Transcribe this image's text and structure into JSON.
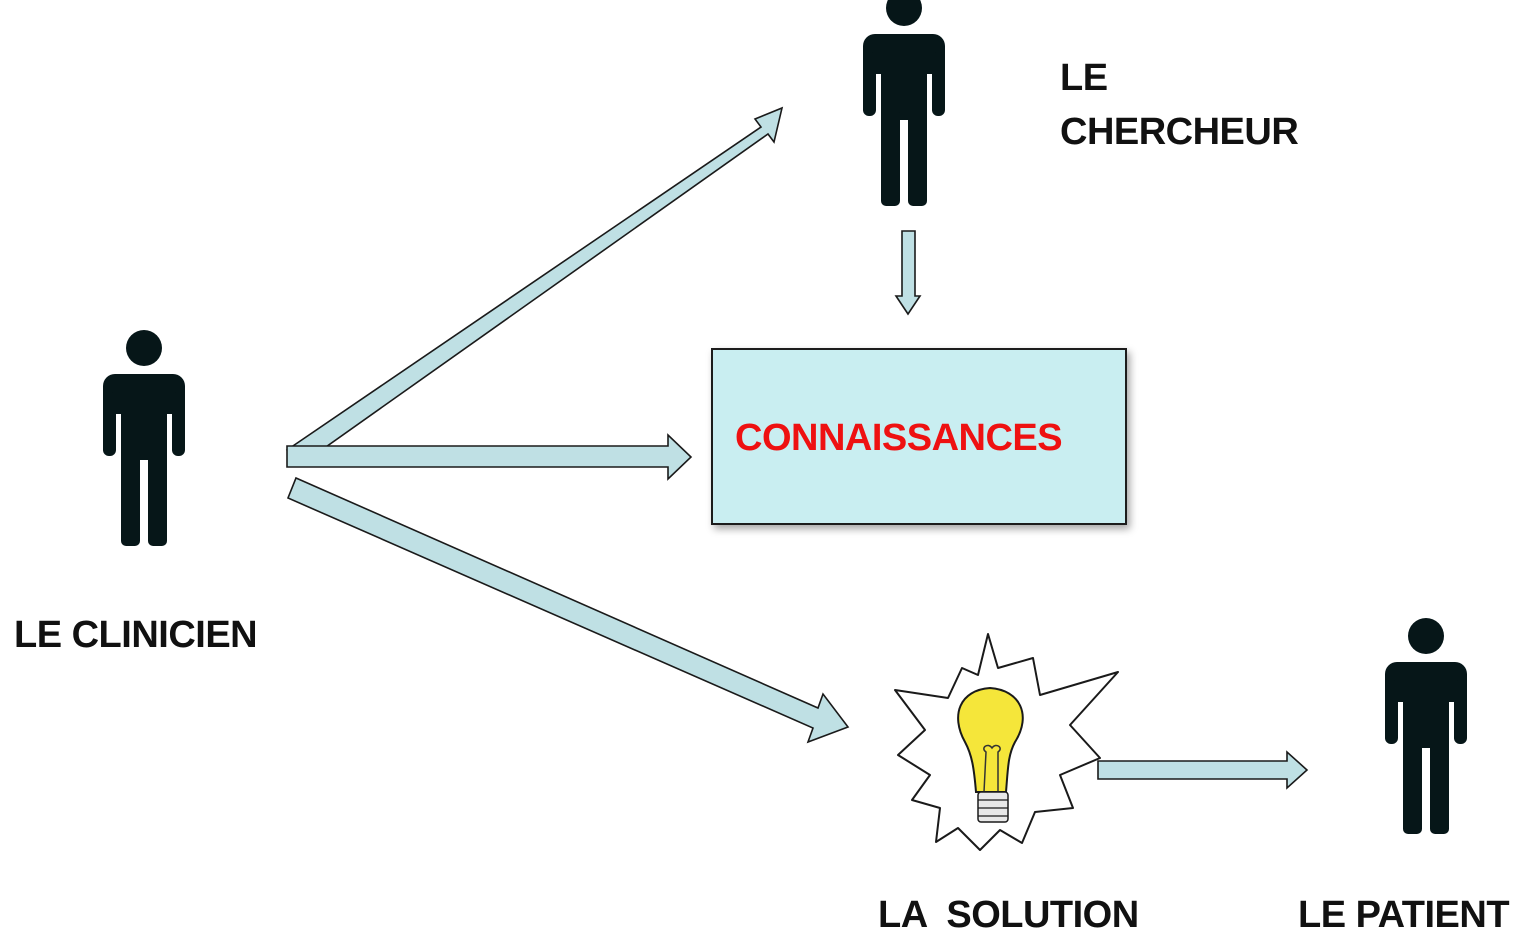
{
  "colors": {
    "arrow_fill": "#bfe0e4",
    "arrow_stroke": "#1a1a1a",
    "box_fill": "#c9eef1",
    "box_text": "#ee1111",
    "figure": "#061618",
    "bulb": "#f5e63a",
    "label_text": "#111111"
  },
  "labels": {
    "clinicien": "LE CLINICIEN",
    "chercheur_line1": "LE",
    "chercheur_line2": "CHERCHEUR",
    "solution": "LA  SOLUTION",
    "patient": "LE PATIENT"
  },
  "box": {
    "label": "CONNAISSANCES"
  },
  "icons": {
    "figures": [
      "clinician-figure-icon",
      "researcher-figure-icon",
      "patient-figure-icon"
    ],
    "solution": "lightbulb-icon"
  }
}
